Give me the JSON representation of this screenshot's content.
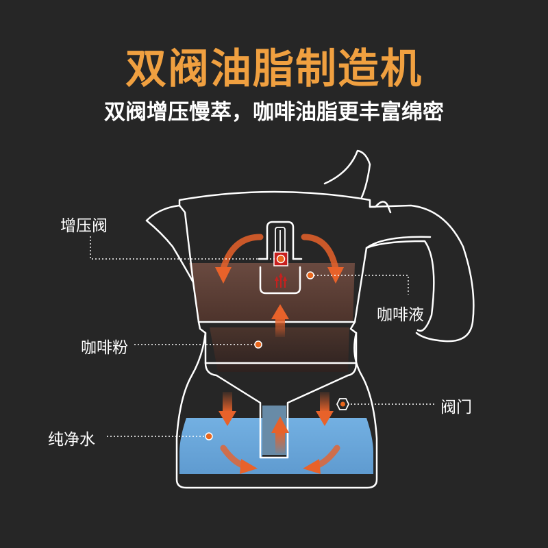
{
  "header": {
    "title": "双阀油脂制造机",
    "subtitle": "双阀增压慢萃，咖啡油脂更丰富绵密"
  },
  "labels": {
    "pressure_valve": "增压阀",
    "coffee_liquid": "咖啡液",
    "coffee_powder": "咖啡粉",
    "valve": "阀门",
    "pure_water": "纯净水"
  },
  "colors": {
    "title": "#f0a040",
    "background": "#262626",
    "outline": "#ffffff",
    "coffee_liquid": "#5b3d34",
    "coffee_powder": "#3b2a24",
    "water": "#6ba8dc",
    "arrow": "#e8622a",
    "marker": "#e8661c"
  }
}
